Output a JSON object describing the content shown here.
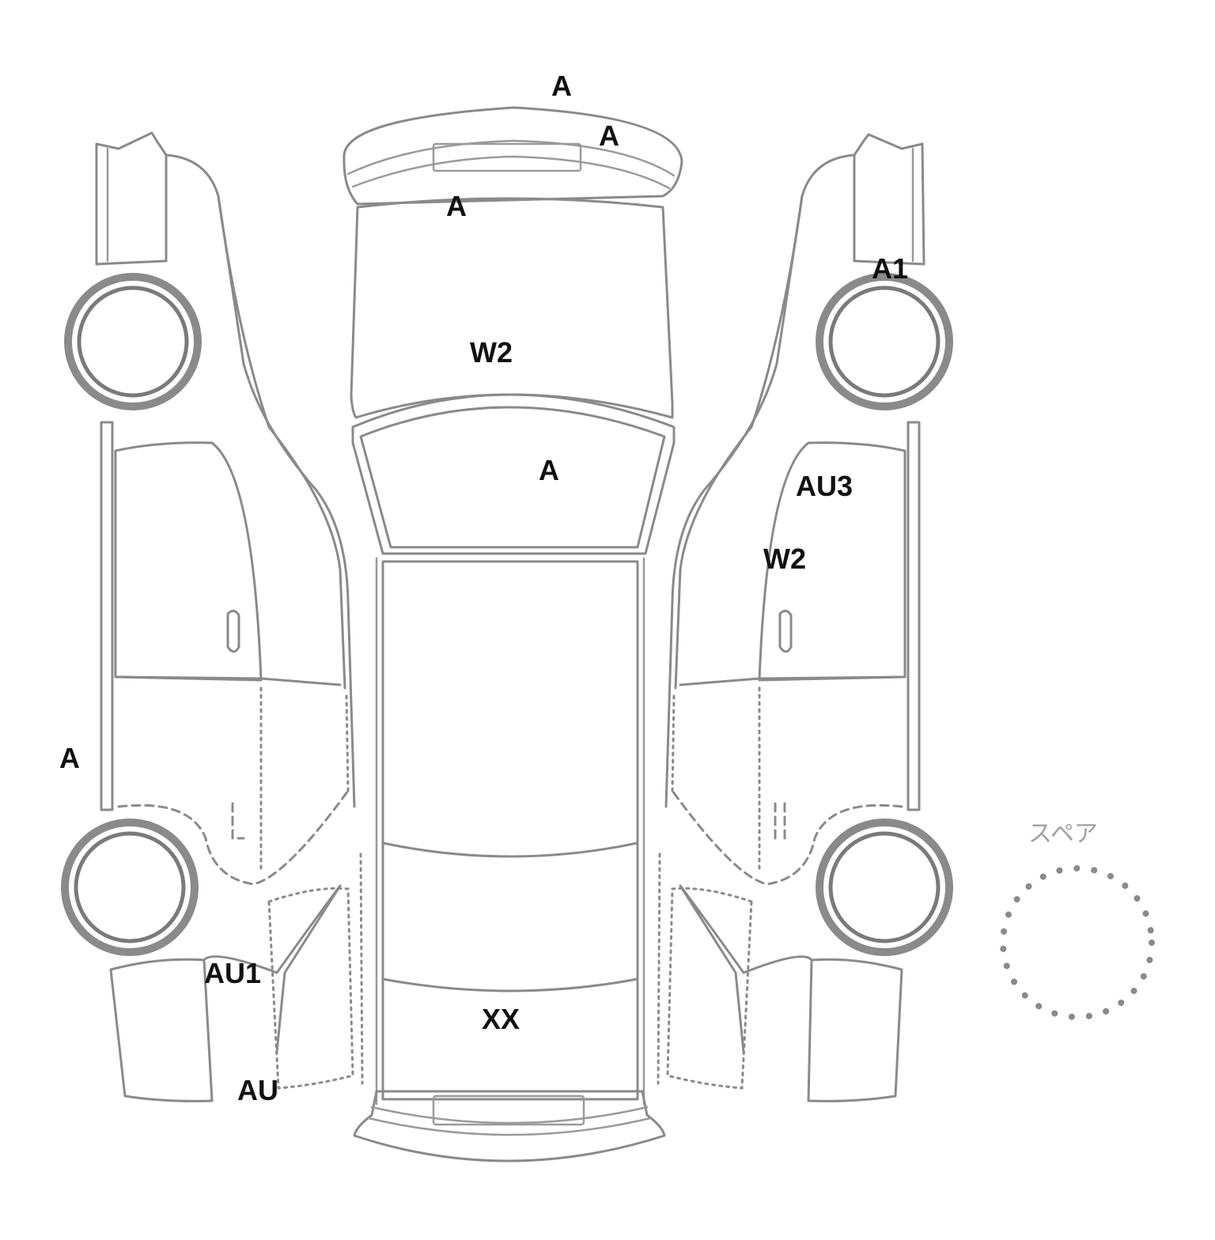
{
  "spare": {
    "label": "スペア"
  },
  "marks": [
    {
      "id": "front-bumper",
      "label": "A"
    },
    {
      "id": "front-bumper-right",
      "label": "A"
    },
    {
      "id": "front-panel",
      "label": "A"
    },
    {
      "id": "bonnet",
      "label": "W2"
    },
    {
      "id": "windshield",
      "label": "A"
    },
    {
      "id": "right-front-fender",
      "label": "A1"
    },
    {
      "id": "right-front-door",
      "label": "AU3"
    },
    {
      "id": "right-front-door-lower",
      "label": "W2"
    },
    {
      "id": "left-sill",
      "label": "A"
    },
    {
      "id": "left-rear-quarter",
      "label": "AU1"
    },
    {
      "id": "left-rear-bumper",
      "label": "AU"
    },
    {
      "id": "trunk",
      "label": "XX"
    }
  ],
  "colors": {
    "outline": "#8a8a8a",
    "mark_text": "#111111",
    "spare_label": "#a0a0a0"
  }
}
